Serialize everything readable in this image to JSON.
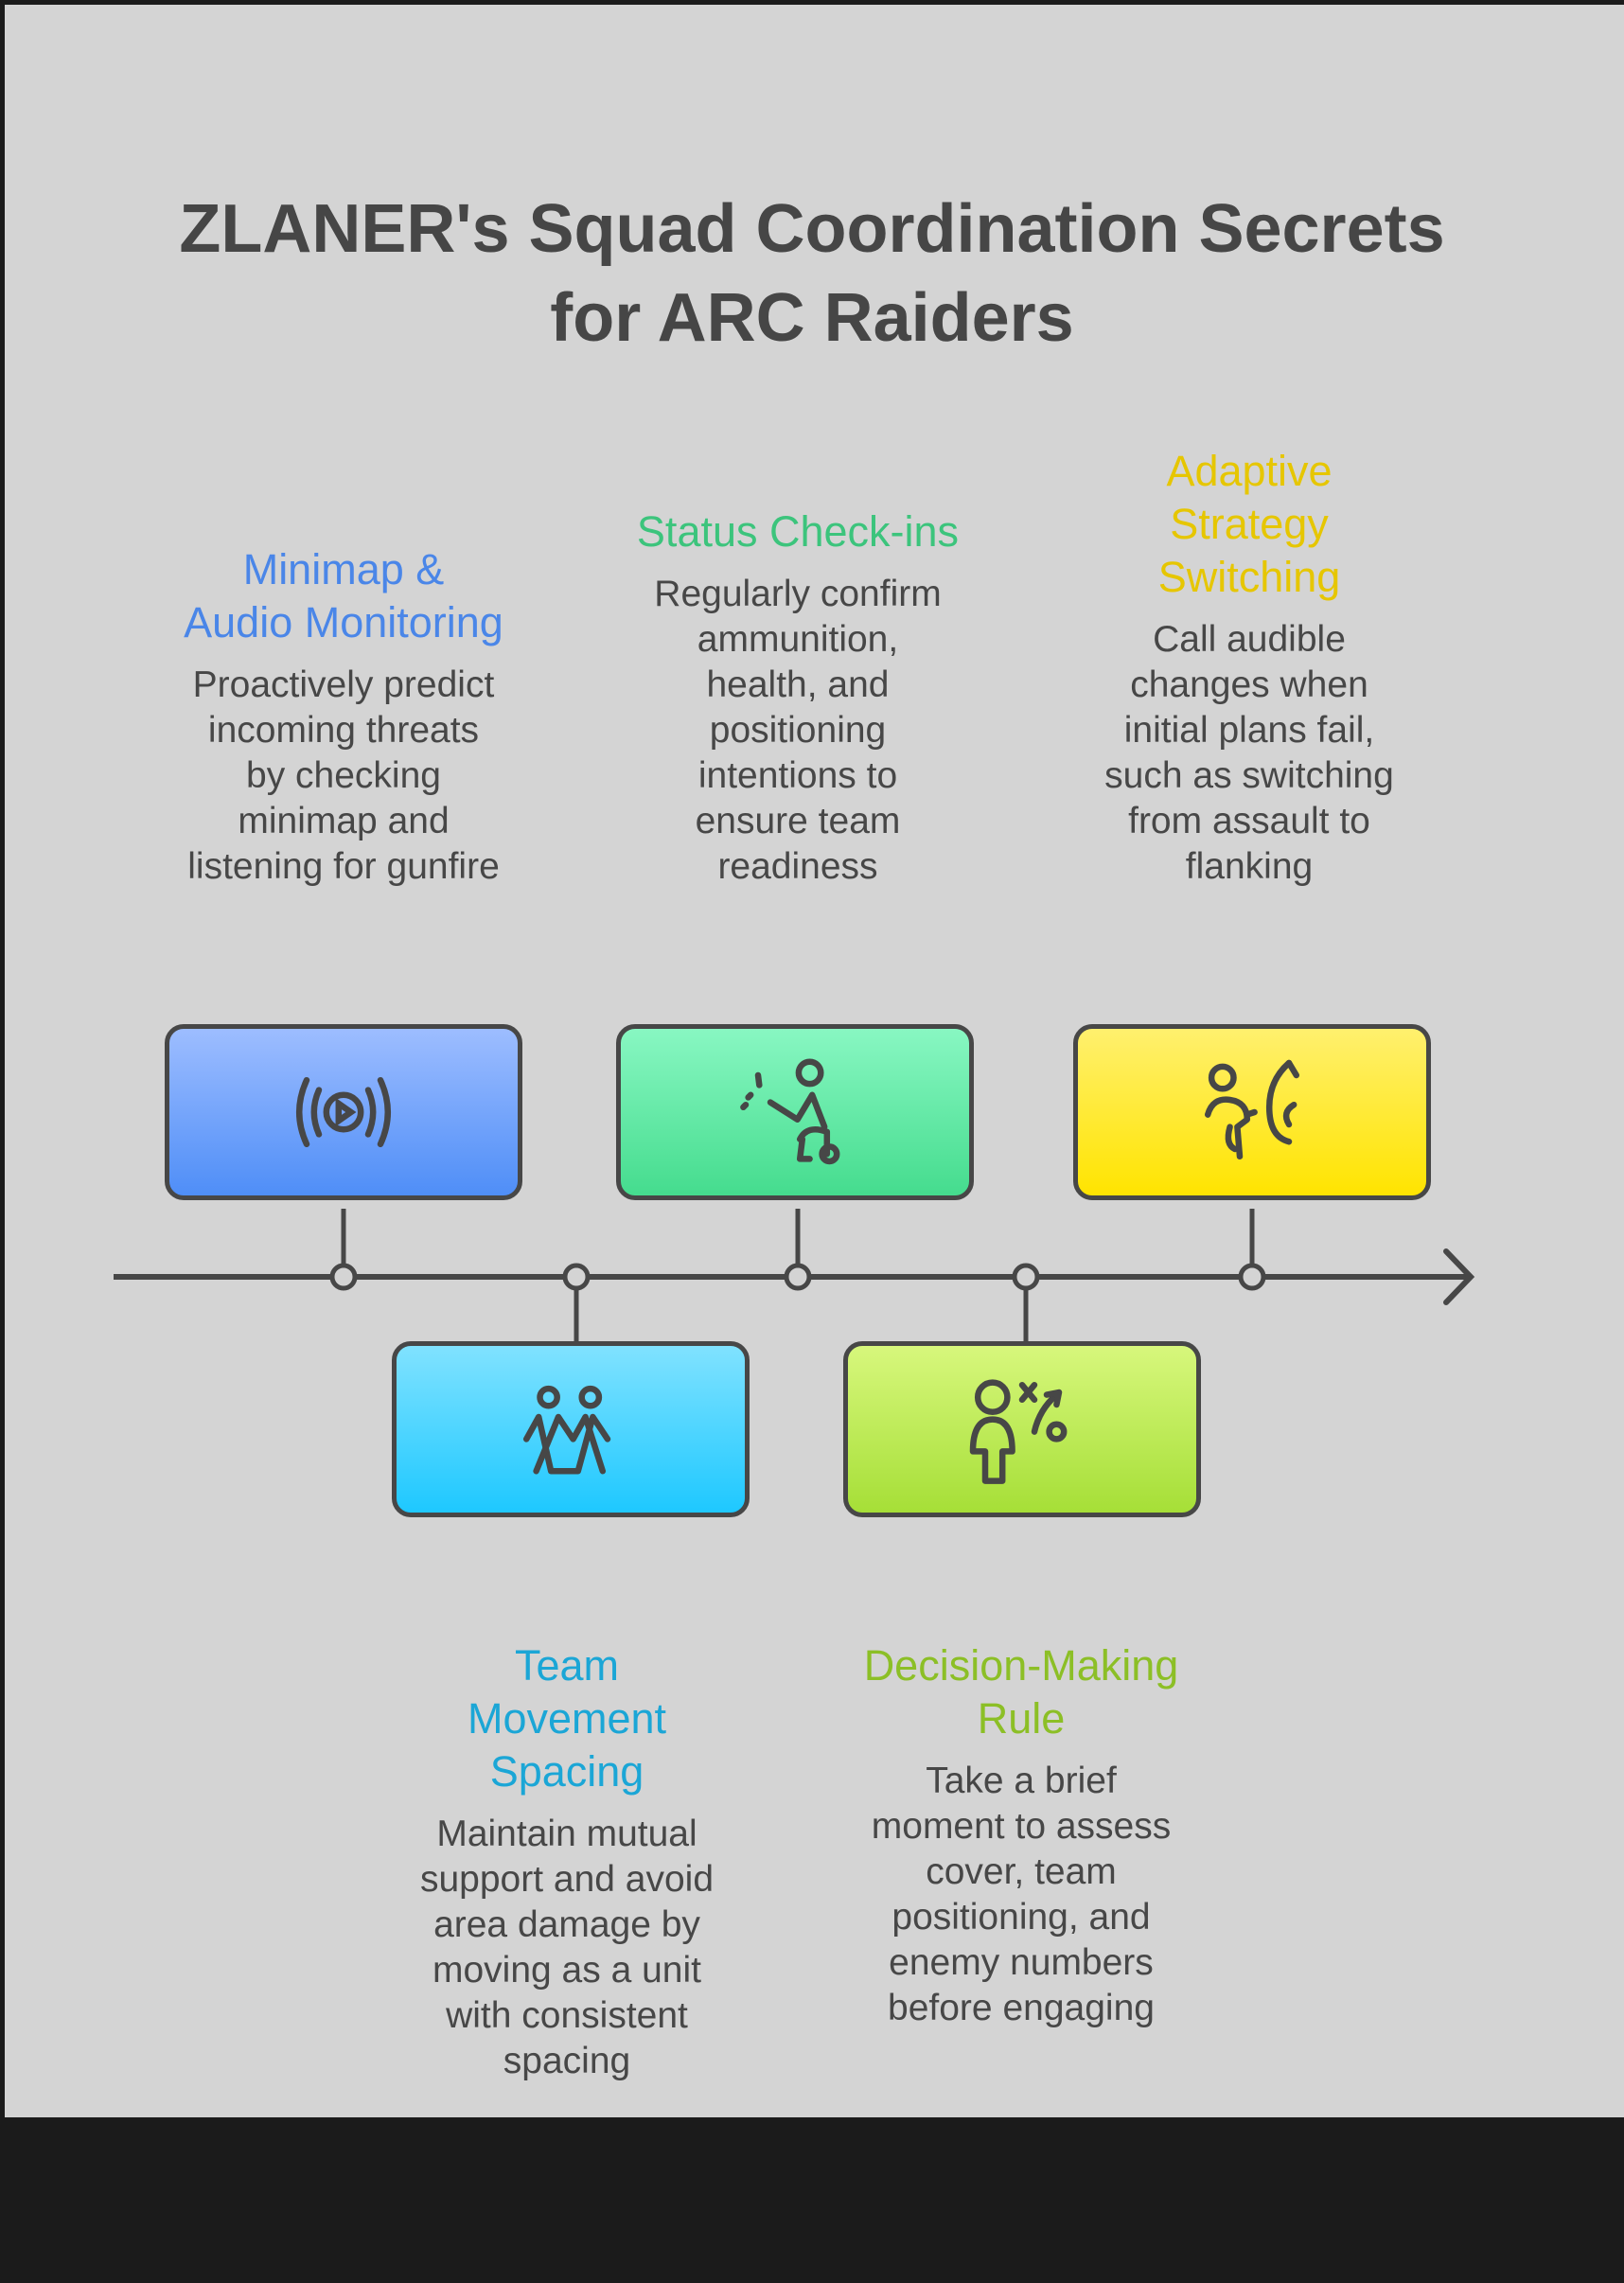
{
  "title": {
    "line1": "ZLANER's Squad Coordination Secrets",
    "line2": "for ARC Raiders"
  },
  "colors": {
    "background": "#d4d4d4",
    "line": "#474747",
    "blue": "#4a86e8",
    "green": "#3cc47c",
    "yellow": "#e6c600",
    "cyan": "#1ba6d6",
    "lime": "#8cbf26"
  },
  "steps": [
    {
      "title": [
        "Minimap &",
        "Audio Monitoring"
      ],
      "body": [
        "Proactively predict",
        "incoming threats",
        "by checking",
        "minimap and",
        "listening for gunfire"
      ],
      "icon": "broadcast-play-icon"
    },
    {
      "title": [
        "Team",
        "Movement",
        "Spacing"
      ],
      "body": [
        "Maintain mutual",
        "support and avoid",
        "area damage by",
        "moving as a unit",
        "with consistent",
        "spacing"
      ],
      "icon": "team-people-icon"
    },
    {
      "title": [
        "Status Check-ins"
      ],
      "body": [
        "Regularly confirm",
        "ammunition,",
        "health, and",
        "positioning",
        "intentions to",
        "ensure team",
        "readiness"
      ],
      "icon": "person-checking-icon"
    },
    {
      "title": [
        "Decision-Making",
        "Rule"
      ],
      "body": [
        "Take a brief",
        "moment to assess",
        "cover, team",
        "positioning, and",
        "enemy numbers",
        "before engaging"
      ],
      "icon": "strategy-play-icon"
    },
    {
      "title": [
        "Adaptive",
        "Strategy",
        "Switching"
      ],
      "body": [
        "Call audible",
        "changes when",
        "initial plans fail,",
        "such as switching",
        "from assault to",
        "flanking"
      ],
      "icon": "running-switch-icon"
    }
  ]
}
